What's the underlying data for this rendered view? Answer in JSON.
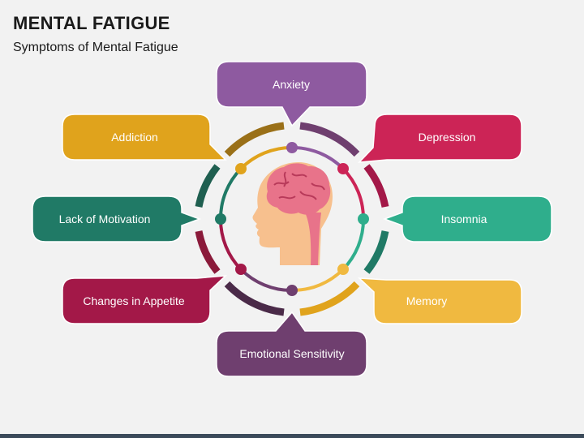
{
  "title": "MENTAL FATIGUE",
  "subtitle": "Symptoms of Mental Fatigue",
  "colors": {
    "purple": "#8e5aa0",
    "magenta": "#cc2456",
    "teal": "#2fae8c",
    "yellow": "#f0b940",
    "plum": "#6f3f6f",
    "crimson": "#a31848",
    "green": "#207a66",
    "gold": "#e0a31c",
    "skin": "#f7c08e",
    "brain": "#e8738a"
  },
  "symptoms": [
    {
      "label": "Anxiety",
      "color": "#8e5aa0"
    },
    {
      "label": "Depression",
      "color": "#cc2456"
    },
    {
      "label": "Insomnia",
      "color": "#2fae8c"
    },
    {
      "label": "Memory",
      "color": "#f0b940"
    },
    {
      "label": "Emotional Sensitivity",
      "color": "#6f3f6f"
    },
    {
      "label": "Changes in Appetite",
      "color": "#a31848"
    },
    {
      "label": "Lack of Motivation",
      "color": "#207a66"
    },
    {
      "label": "Addiction",
      "color": "#e0a31c"
    }
  ],
  "center_icon": "head-with-brain-icon"
}
